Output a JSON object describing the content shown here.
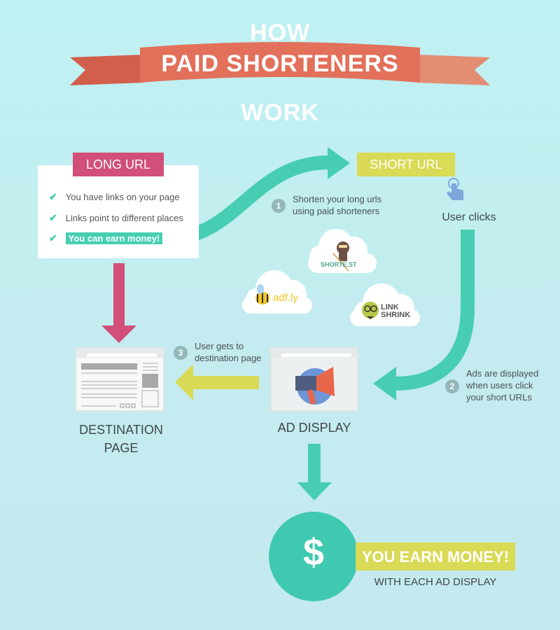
{
  "title": {
    "line1": "HOW",
    "ribbon": "PAID SHORTENERS",
    "line3": "WORK"
  },
  "long_url": {
    "tag": "LONG URL",
    "items": [
      "You have links on your page",
      "Links point to different places",
      "You can earn money!"
    ]
  },
  "short_url": {
    "tag": "SHORT URL",
    "user_clicks": "User clicks"
  },
  "steps": [
    {
      "num": "1",
      "text": "Shorten your long urls using paid shorteners"
    },
    {
      "num": "2",
      "text": "Ads are displayed when users click your short URLs"
    },
    {
      "num": "3",
      "text": "User gets to destination page"
    }
  ],
  "shorteners": [
    "SHORTE.ST",
    "adf.ly",
    "LINK SHRINK"
  ],
  "destination": {
    "label": "DESTINATION PAGE"
  },
  "ad_display": {
    "label": "AD DISPLAY"
  },
  "earn": {
    "symbol": "$",
    "headline": "YOU EARN MONEY!",
    "sub": "WITH EACH AD DISPLAY"
  },
  "colors": {
    "ribbon": "#e2705a",
    "pink": "#d14f78",
    "yellow": "#d9da55",
    "teal": "#47ceb2"
  }
}
